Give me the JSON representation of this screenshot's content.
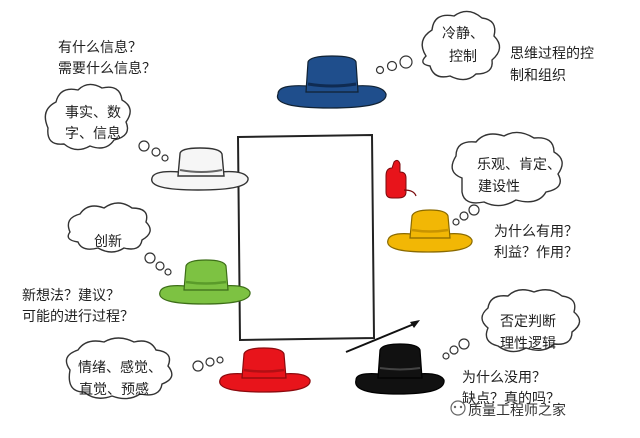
{
  "watermark": "质量工程师之家",
  "hats": {
    "white": {
      "color": "#f6f6f6",
      "cloud_lines": [
        "事实、数",
        "字、信息"
      ],
      "question_lines": [
        "有什么信息？",
        "需要什么信息？"
      ]
    },
    "blue": {
      "color": "#1f4e8c",
      "cloud_lines": [
        "冷静、",
        "控制"
      ],
      "description_lines": [
        "思维过程的控",
        "制和组织"
      ]
    },
    "yellow": {
      "color": "#f2b705",
      "cloud_lines": [
        "乐观、肯定、",
        "建设性"
      ],
      "question_lines": [
        "为什么有用？",
        "利益？作用？"
      ]
    },
    "green": {
      "color": "#7dc242",
      "cloud_lines": [
        "创新"
      ],
      "question_lines": [
        "新想法？建议？",
        "可能的进行过程？"
      ]
    },
    "red": {
      "color": "#e8141b",
      "cloud_lines": [
        "情绪、感觉、",
        "直觉、预感"
      ]
    },
    "black": {
      "color": "#111111",
      "cloud_lines": [
        "否定判断",
        "理性逻辑"
      ],
      "question_lines": [
        "为什么没用？",
        "缺点？真的吗？"
      ]
    }
  }
}
